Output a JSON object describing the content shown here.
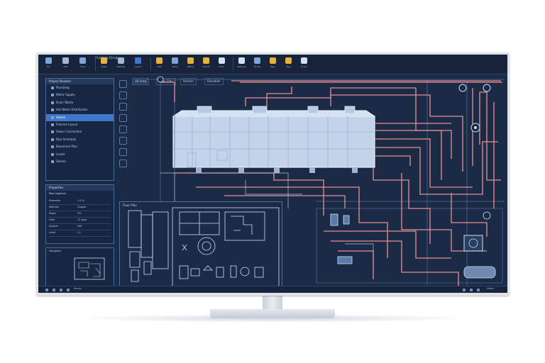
{
  "app": {
    "title": "Plumbing Design",
    "accent": "#3f78c8",
    "pipe_color": "#e78f93",
    "line_color": "#cfe0f4",
    "background": "#1b2a45"
  },
  "toolbar": {
    "items": [
      {
        "label": "File",
        "icon": "file-icon"
      },
      {
        "label": "Edit",
        "icon": "edit-icon"
      },
      {
        "label": "View",
        "icon": "view-icon"
      },
      {
        "label": "Draw",
        "icon": "draw-icon"
      },
      {
        "label": "Settings",
        "icon": "gear-icon"
      },
      {
        "label": "Layers",
        "icon": "layers-icon"
      },
      {
        "label": "Pipe",
        "icon": "pipe-icon"
      },
      {
        "label": "Valve",
        "icon": "valve-icon"
      },
      {
        "label": "Fitting",
        "icon": "fitting-icon"
      },
      {
        "label": "Export",
        "icon": "export-icon"
      },
      {
        "label": "Print",
        "icon": "print-icon"
      },
      {
        "label": "Measure",
        "icon": "ruler-icon"
      },
      {
        "label": "Route",
        "icon": "route-icon"
      },
      {
        "label": "Page",
        "icon": "page-icon"
      },
      {
        "label": "Tags",
        "icon": "tag-icon"
      },
      {
        "label": "Props",
        "icon": "properties-icon"
      }
    ]
  },
  "sidebar": {
    "title": "Project Browser",
    "items": [
      {
        "label": "Plumbing",
        "selected": false
      },
      {
        "label": "Water Supply",
        "selected": false
      },
      {
        "label": "Drain Waste",
        "selected": false
      },
      {
        "label": "Hot Water Distribution",
        "selected": false
      },
      {
        "label": "Valves",
        "selected": true
      },
      {
        "label": "Fixtures Layout",
        "selected": false
      },
      {
        "label": "Sewer Connection",
        "selected": false
      },
      {
        "label": "Pipe Schedule",
        "selected": false
      },
      {
        "label": "Basement Plan",
        "selected": false
      },
      {
        "label": "Levels",
        "selected": false
      },
      {
        "label": "Sheets",
        "selected": false
      }
    ]
  },
  "properties": {
    "title": "Properties",
    "subtitle": "Pipe Segment",
    "rows": [
      {
        "key": "Diameter",
        "value": "1.5 in"
      },
      {
        "key": "Material",
        "value": "Copper"
      },
      {
        "key": "Slope",
        "value": "2%"
      },
      {
        "key": "Flow",
        "value": "12 gpm"
      },
      {
        "key": "System",
        "value": "HW"
      },
      {
        "key": "Level",
        "value": "L1"
      }
    ]
  },
  "preview": {
    "title": "Navigator"
  },
  "canvas": {
    "tabs": [
      "3D View",
      "Floor Plan",
      "Section",
      "Elevation"
    ],
    "plan_title": "Floor Plan"
  },
  "status": {
    "left": "Ready",
    "right": "Model"
  }
}
